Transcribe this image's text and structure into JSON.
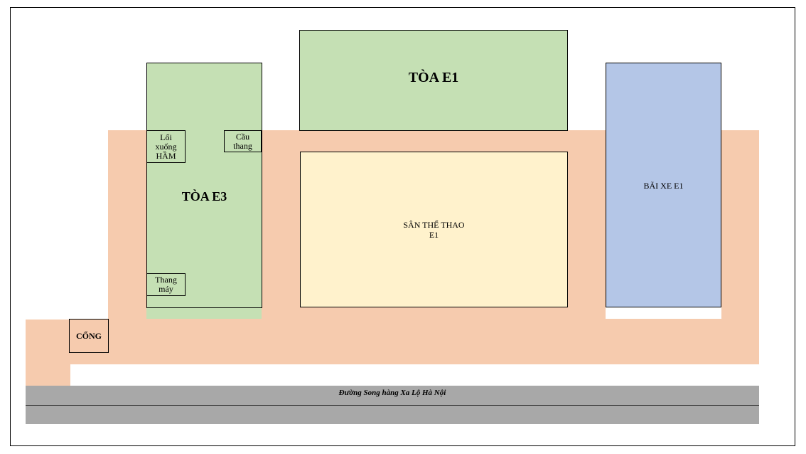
{
  "map": {
    "building_e1": "TÒA E1",
    "building_e3": "TÒA E3",
    "e3_basement_entrance": [
      "Lối",
      "xuống",
      "HẦM"
    ],
    "e3_stairs": [
      "Cầu",
      "thang"
    ],
    "e3_elevator": [
      "Thang",
      "máy"
    ],
    "sports_field": [
      "SÂN THỂ THAO",
      "E1"
    ],
    "parking": "BÃI XE E1",
    "gate": "CỔNG",
    "road": "Đường Song hàng Xa Lộ Hà Nội"
  },
  "colors": {
    "ground": "#f6cbae",
    "building": "#c5e0b4",
    "sports_field": "#fff2cc",
    "parking": "#b4c6e7",
    "road": "#a8a8a8"
  }
}
